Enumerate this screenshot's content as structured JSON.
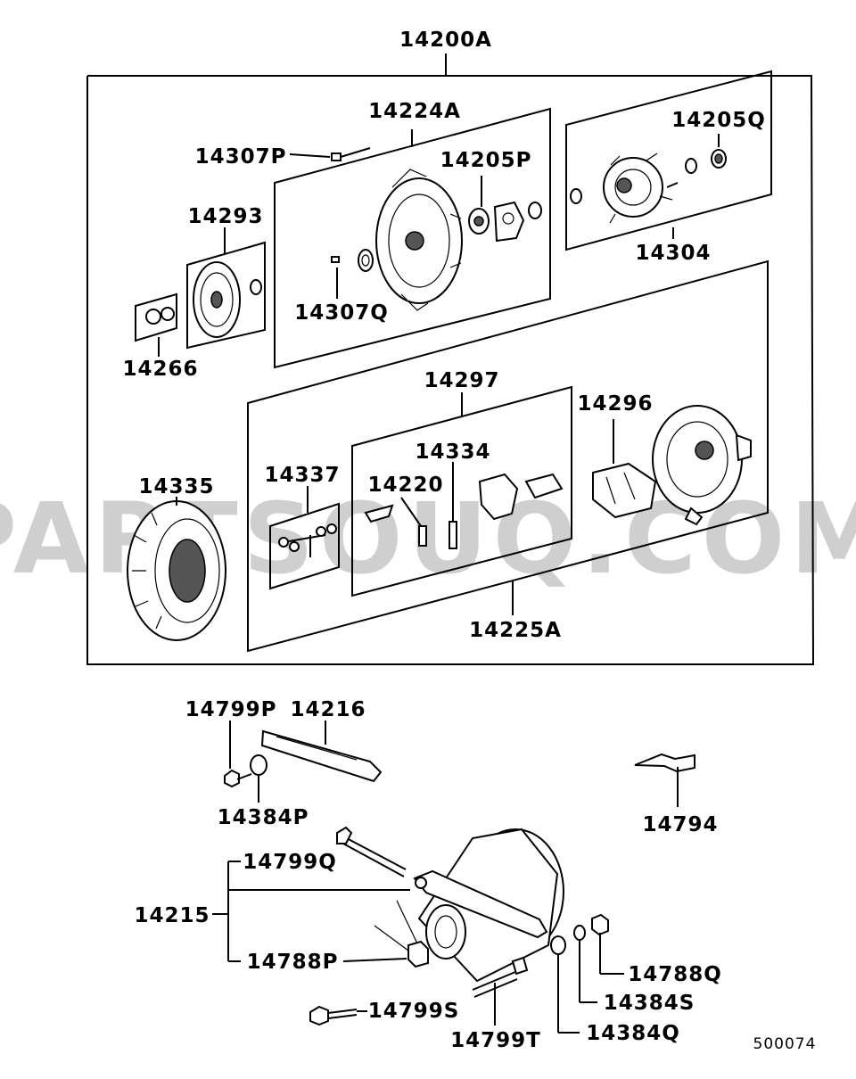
{
  "watermark": "PARTSOUQ.COM",
  "diagram_code": "500074",
  "labels": {
    "assy": "14200A",
    "rear_bracket": "14224A",
    "screw_p": "14307P",
    "bearing_p": "14205P",
    "pulley": "14293",
    "screw_q": "14307Q",
    "nut_kit": "14266",
    "bearing_q": "14205Q",
    "rotor": "14304",
    "brush_holder_set": "14297",
    "rectifier": "14296",
    "brush_spring": "14334",
    "terminal_bolt": "14337",
    "brush": "14220",
    "stator": "14335",
    "front_bracket": "14225A",
    "bolt_p": "14799P",
    "brace": "14216",
    "washer_p": "14384P",
    "clip": "14794",
    "bolt_q": "14799Q",
    "bracket_set": "14215",
    "nut_p": "14788P",
    "nut_q": "14788Q",
    "washer_s": "14384S",
    "bolt_s": "14799S",
    "bolt_t": "14799T",
    "washer_q": "14384Q"
  }
}
